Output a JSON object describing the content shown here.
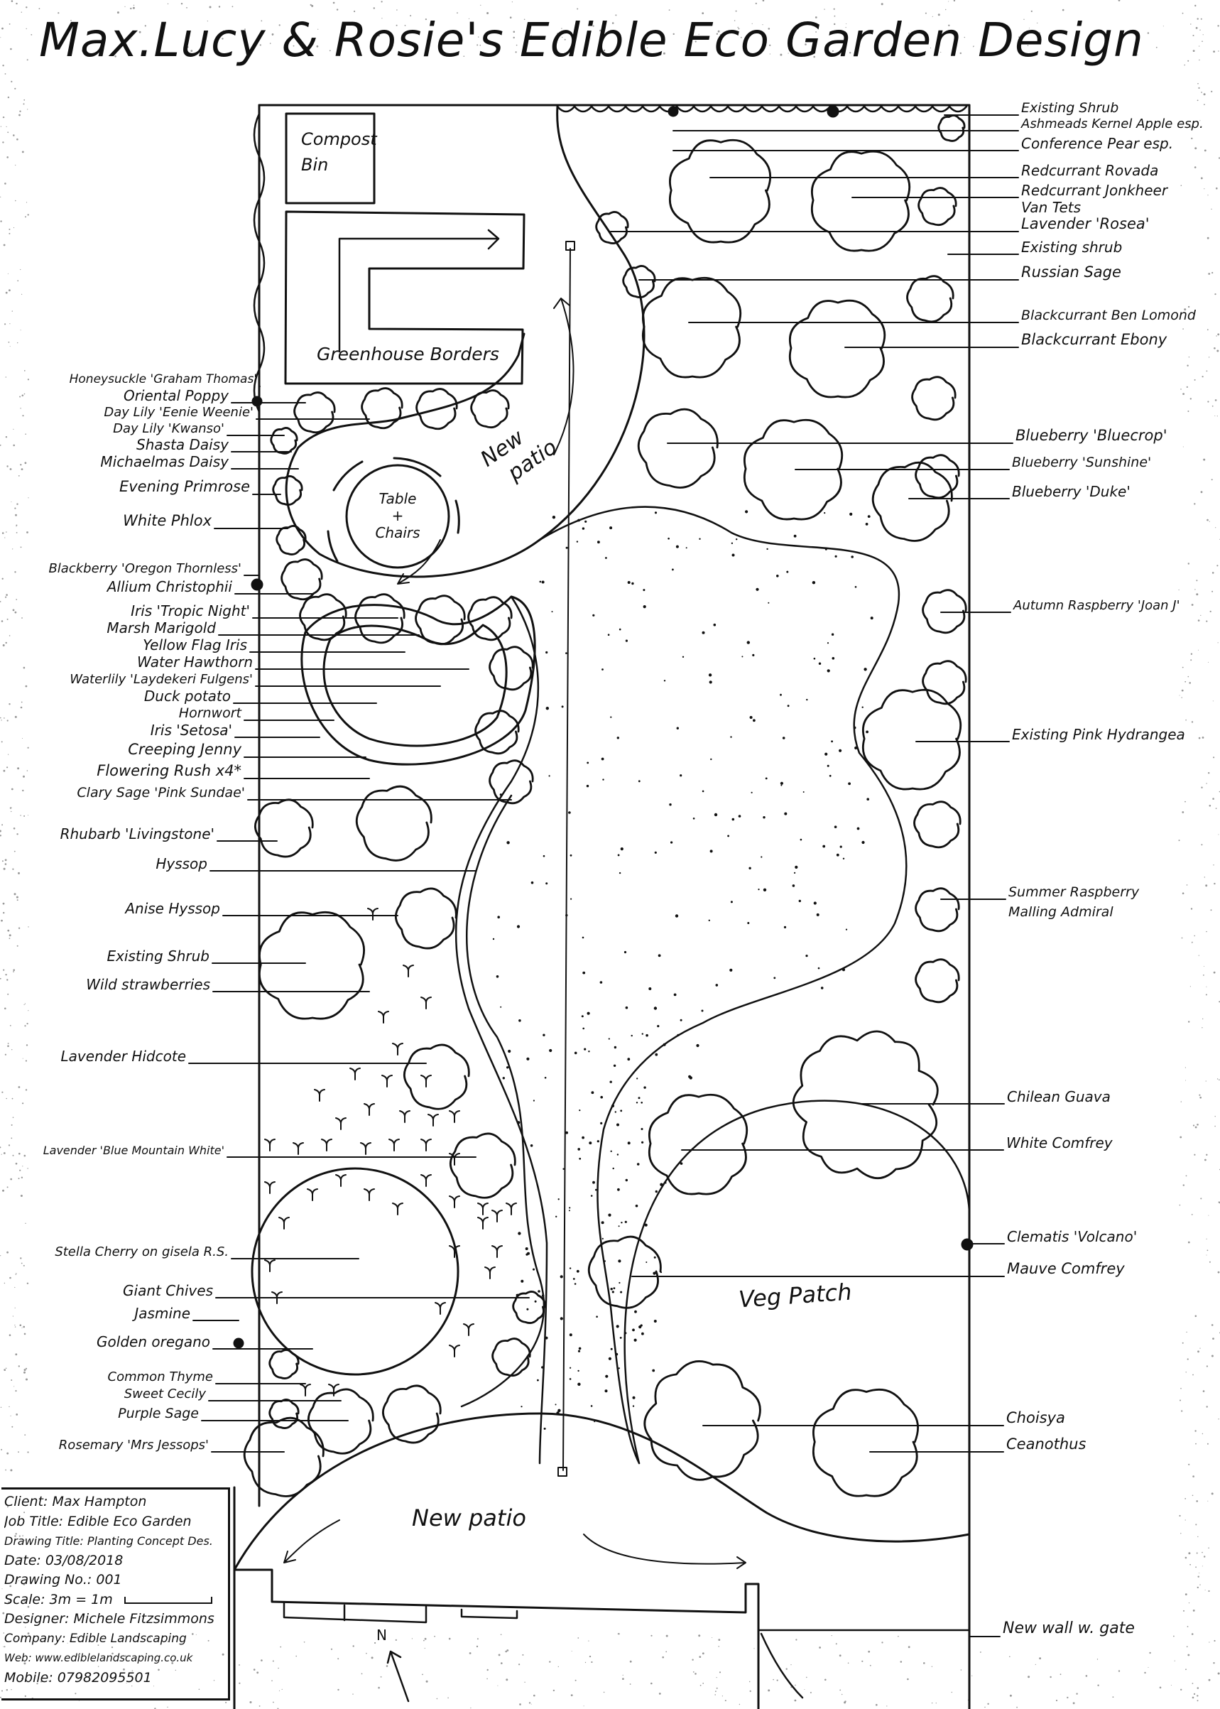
{
  "title": "Max.Lucy & Rosie's Edible Eco Garden Design",
  "areas": {
    "compost_bin": [
      "Compost",
      "Bin"
    ],
    "greenhouse_borders": "Greenhouse Borders",
    "table_chairs": [
      "Table",
      "+",
      "Chairs"
    ],
    "new_patio_upper": [
      "New",
      "patio"
    ],
    "new_patio_lower": "New patio",
    "veg_patch": "Veg Patch",
    "north": "N"
  },
  "right_labels": [
    "Existing Shrub",
    "Ashmeads Kernel Apple esp.",
    "Conference Pear esp.",
    "Redcurrant Rovada",
    "Redcurrant Jonkheer",
    "Van Tets",
    "Lavender 'Rosea'",
    "Existing shrub",
    "Russian Sage",
    "Blackcurrant Ben Lomond",
    "Blackcurrant Ebony",
    "Blueberry 'Bluecrop'",
    "Blueberry 'Sunshine'",
    "Blueberry 'Duke'",
    "Autumn Raspberry 'Joan J'",
    "Existing Pink Hydrangea",
    "Summer Raspberry",
    "Malling Admiral",
    "Chilean Guava",
    "White Comfrey",
    "Clematis 'Volcano'",
    "Mauve Comfrey",
    "Choisya",
    "Ceanothus",
    "New wall w. gate"
  ],
  "left_labels": [
    "Honeysuckle 'Graham Thomas'",
    "Oriental Poppy",
    "Day Lily 'Eenie Weenie'",
    "Day Lily 'Kwanso'",
    "Shasta Daisy",
    "Michaelmas Daisy",
    "Evening Primrose",
    "White Phlox",
    "Blackberry 'Oregon Thornless'",
    "Allium Christophii",
    "Iris 'Tropic Night'",
    "Marsh Marigold",
    "Yellow Flag Iris",
    "Water Hawthorn",
    "Waterlily 'Laydekeri Fulgens'",
    "Duck potato",
    "Hornwort",
    "Iris 'Setosa'",
    "Creeping Jenny",
    "Flowering Rush x4*",
    "Clary Sage 'Pink Sundae'",
    "Rhubarb 'Livingstone'",
    "Hyssop",
    "Anise Hyssop",
    "Existing Shrub",
    "Wild strawberries",
    "Lavender Hidcote",
    "Lavender 'Blue Mountain White'",
    "Stella Cherry on gisela R.S.",
    "Giant Chives",
    "Jasmine",
    "Golden oregano",
    "Common Thyme",
    "Sweet Cecily",
    "Purple Sage",
    "Rosemary 'Mrs Jessops'"
  ],
  "title_block": {
    "client": "Client: Max Hampton",
    "job_title": "Job Title: Edible Eco Garden",
    "drawing_title": "Drawing Title: Planting Concept Des.",
    "date": "Date: 03/08/2018",
    "drawing_no": "Drawing No.: 001",
    "scale": "Scale: 3m = 1m",
    "designer": "Designer: Michele Fitzsimmons",
    "company": "Company: Edible Landscaping",
    "web": "Web: www.ediblelandscaping.co.uk",
    "mobile": "Mobile: 07982095501"
  }
}
